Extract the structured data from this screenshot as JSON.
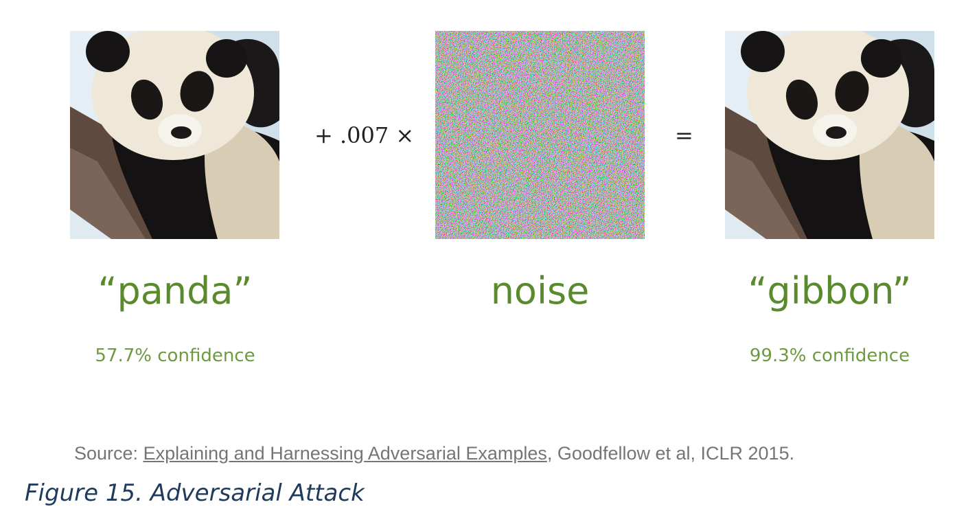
{
  "diagram": {
    "operator_plus": "+ .007 ×",
    "operator_equals": "=",
    "left": {
      "label": "“panda”",
      "confidence": "57.7% confidence"
    },
    "middle": {
      "label": "noise"
    },
    "right": {
      "label": "“gibbon”",
      "confidence": "99.3% confidence"
    }
  },
  "source": {
    "prefix": "Source: ",
    "link_text": "Explaining and Harnessing Adversarial Examples",
    "suffix": ", Goodfellow et al, ICLR 2015."
  },
  "caption": "Figure 15. Adversarial Attack",
  "colors": {
    "label_green": "#5a8a2e",
    "confidence_green": "#6d9a3f",
    "caption_blue": "#1f3a5a",
    "source_gray": "#757575"
  }
}
